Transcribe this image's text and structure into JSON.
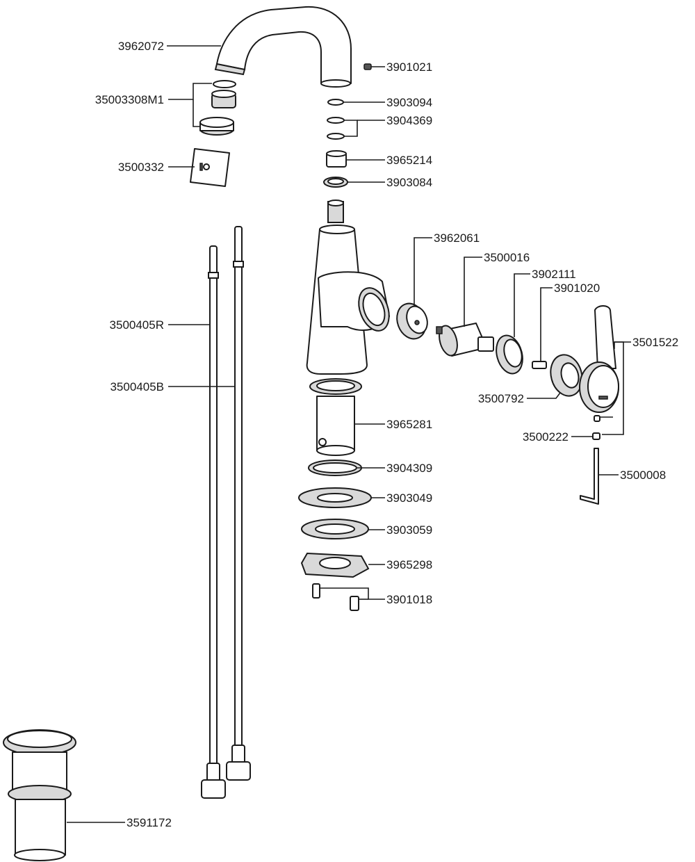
{
  "labels": {
    "l3962072": "3962072",
    "l35003308M1": "35003308M1",
    "l3500332": "3500332",
    "l3901021": "3901021",
    "l3903094": "3903094",
    "l3904369": "3904369",
    "l3965214": "3965214",
    "l3903084": "3903084",
    "l3962061": "3962061",
    "l3500016": "3500016",
    "l3902111": "3902111",
    "l3901020": "3901020",
    "l3501522": "3501522",
    "l3500405R": "3500405R",
    "l3500405B": "3500405B",
    "l3500792": "3500792",
    "l3965281": "3965281",
    "l3500222": "3500222",
    "l3500008": "3500008",
    "l3904309": "3904309",
    "l3903049": "3903049",
    "l3903059": "3903059",
    "l3965298": "3965298",
    "l3901018": "3901018",
    "l3591172": "3591172"
  }
}
